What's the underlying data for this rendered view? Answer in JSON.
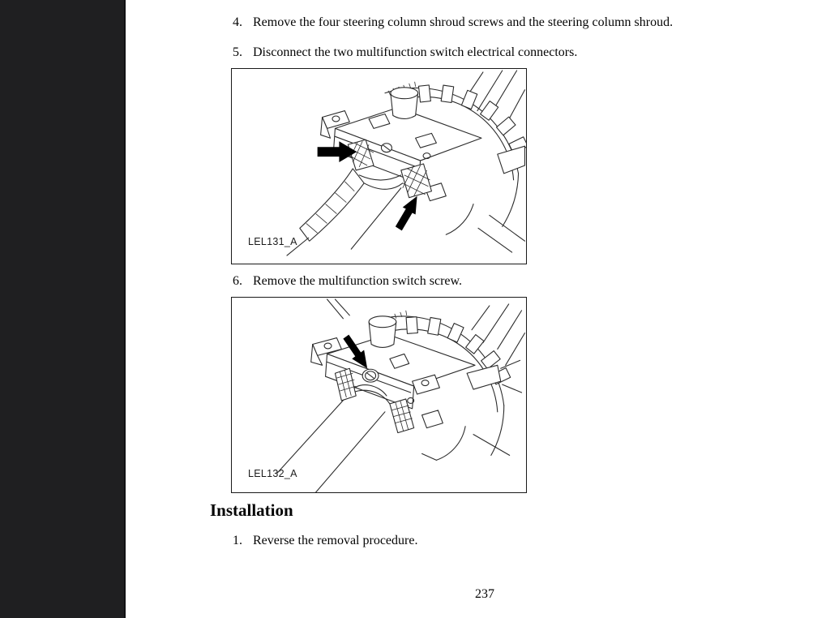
{
  "document": {
    "removal_steps": [
      {
        "num": "4.",
        "text": "Remove the four steering column shroud screws and the steering column shroud."
      },
      {
        "num": "5.",
        "text": "Disconnect the two multifunction switch electrical connectors."
      },
      {
        "num": "6.",
        "text": "Remove the multifunction switch screw."
      }
    ],
    "figures": [
      {
        "label": "LEL131_A"
      },
      {
        "label": "LEL132_A"
      }
    ],
    "installation_heading": "Installation",
    "installation_steps": [
      {
        "num": "1.",
        "text": "Reverse the removal procedure."
      }
    ],
    "page_number": "237"
  }
}
